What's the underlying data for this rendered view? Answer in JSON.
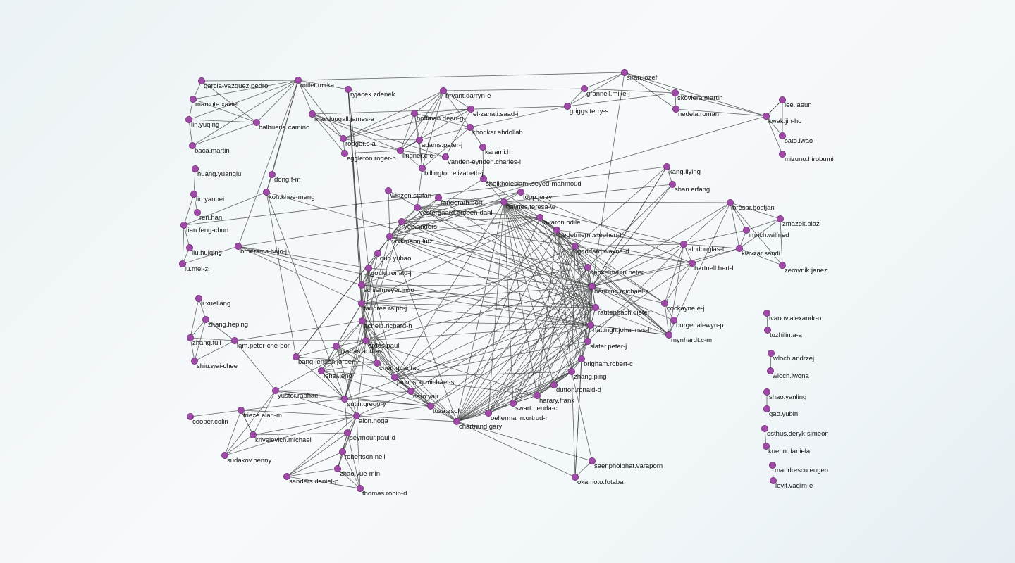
{
  "colors": {
    "node_fill": "#a04aa8",
    "node_stroke": "#6d2f74",
    "edge": "#3f3f3f",
    "label": "#111111"
  },
  "nodes": [
    {
      "id": "garcia-vazquez.pedro"
    },
    {
      "id": "marcote.xavier"
    },
    {
      "id": "lin.yuqing"
    },
    {
      "id": "baca.martin"
    },
    {
      "id": "balbuena.camino"
    },
    {
      "id": "miller.mirka"
    },
    {
      "id": "ryjacek.zdenek"
    },
    {
      "id": "macdougall.james-a"
    },
    {
      "id": "bryant.darryn-e"
    },
    {
      "id": "hoffman.dean-g"
    },
    {
      "id": "el-zanati.saad-i"
    },
    {
      "id": "khodkar.abdollah"
    },
    {
      "id": "rodger.c-a"
    },
    {
      "id": "eggleton.roger-b"
    },
    {
      "id": "adams.peter-j"
    },
    {
      "id": "lindner.c-c"
    },
    {
      "id": "vanden-eynden.charles-l"
    },
    {
      "id": "billington.elizabeth-j"
    },
    {
      "id": "karami.h"
    },
    {
      "id": "grannell.mike-j"
    },
    {
      "id": "griggs.terry-s"
    },
    {
      "id": "siran.jozef"
    },
    {
      "id": "skoviera.martin"
    },
    {
      "id": "nedela.roman"
    },
    {
      "id": "kwak.jin-ho"
    },
    {
      "id": "lee.jaeun"
    },
    {
      "id": "sato.iwao"
    },
    {
      "id": "mizuno.hirobumi"
    },
    {
      "id": "huang.yuanqiu"
    },
    {
      "id": "liu.yanpei"
    },
    {
      "id": "ren.han"
    },
    {
      "id": "tian.feng-chun"
    },
    {
      "id": "liu.huiqing"
    },
    {
      "id": "lu.mei-zi"
    },
    {
      "id": "dong.f-m"
    },
    {
      "id": "koh.khee-meng"
    },
    {
      "id": "broersma.hajo-j"
    },
    {
      "id": "sheikholeslami.seyed-mahmoud"
    },
    {
      "id": "kang.liying"
    },
    {
      "id": "shan.erfang"
    },
    {
      "id": "winzen.stefan"
    },
    {
      "id": "rautenbach.dieter"
    },
    {
      "id": "randerath.bert"
    },
    {
      "id": "topp.jerzy"
    },
    {
      "id": "haynes.teresa-w"
    },
    {
      "id": "vestergaard.preben-dahl"
    },
    {
      "id": "yeo.anders"
    },
    {
      "id": "favaron.odile"
    },
    {
      "id": "hedetniemi.stephen-t"
    },
    {
      "id": "volkmann.lutz"
    },
    {
      "id": "goddard.wayne-d"
    },
    {
      "id": "guo.yubao"
    },
    {
      "id": "gould.ronald-j"
    },
    {
      "id": "dankelmann.peter"
    },
    {
      "id": "schiermeyer.ingo"
    },
    {
      "id": "henning.michael-a"
    },
    {
      "id": "faudree.ralph-j"
    },
    {
      "id": "schelp.richard-h"
    },
    {
      "id": "hattingh.johannes-h"
    },
    {
      "id": "slater.peter-j"
    },
    {
      "id": "erdos.paul"
    },
    {
      "id": "gyarfas.andras"
    },
    {
      "id": "bang-jensen.jorgen"
    },
    {
      "id": "chen.guantao"
    },
    {
      "id": "lehel.jeno"
    },
    {
      "id": "jacobson.michael-s"
    },
    {
      "id": "brigham.robert-c"
    },
    {
      "id": "zhang.ping"
    },
    {
      "id": "dutton.ronald-d"
    },
    {
      "id": "harary.frank"
    },
    {
      "id": "swart.henda-c"
    },
    {
      "id": "oellermann.ortrud-r"
    },
    {
      "id": "chartrand.gary"
    },
    {
      "id": "tuza.zsolt"
    },
    {
      "id": "caro.yair"
    },
    {
      "id": "gutin.gregory"
    },
    {
      "id": "yuster.raphael"
    },
    {
      "id": "alon.noga"
    },
    {
      "id": "seymour.paul-d"
    },
    {
      "id": "robertson.neil"
    },
    {
      "id": "zhao.yue-min"
    },
    {
      "id": "thomas.robin-d"
    },
    {
      "id": "sanders.daniel-p"
    },
    {
      "id": "krivelevich.michael"
    },
    {
      "id": "sudakov.benny"
    },
    {
      "id": "frieze.alan-m"
    },
    {
      "id": "cooper.colin"
    },
    {
      "id": "li.xueliang"
    },
    {
      "id": "zhang.heping"
    },
    {
      "id": "zhang.fuji"
    },
    {
      "id": "lam.peter-che-bor"
    },
    {
      "id": "shiu.wai-chee"
    },
    {
      "id": "bresar.bostjan"
    },
    {
      "id": "zmazek.blaz"
    },
    {
      "id": "imrich.wilfried"
    },
    {
      "id": "klavzar.sandi"
    },
    {
      "id": "rall.douglas-f"
    },
    {
      "id": "zerovnik.janez"
    },
    {
      "id": "hartnell.bert-l"
    },
    {
      "id": "cockayne.e-j"
    },
    {
      "id": "burger.alewyn-p"
    },
    {
      "id": "mynhardt.c-m"
    },
    {
      "id": "saenpholphat.varaporn"
    },
    {
      "id": "okamoto.futaba"
    },
    {
      "id": "ivanov.alexandr-o"
    },
    {
      "id": "tuzhilin.a-a"
    },
    {
      "id": "wloch.andrzej"
    },
    {
      "id": "wloch.iwona"
    },
    {
      "id": "shao.yanling"
    },
    {
      "id": "gao.yubin"
    },
    {
      "id": "osthus.deryk-simeon"
    },
    {
      "id": "kuehn.daniela"
    },
    {
      "id": "mandrescu.eugen"
    },
    {
      "id": "levit.vadim-e"
    }
  ]
}
